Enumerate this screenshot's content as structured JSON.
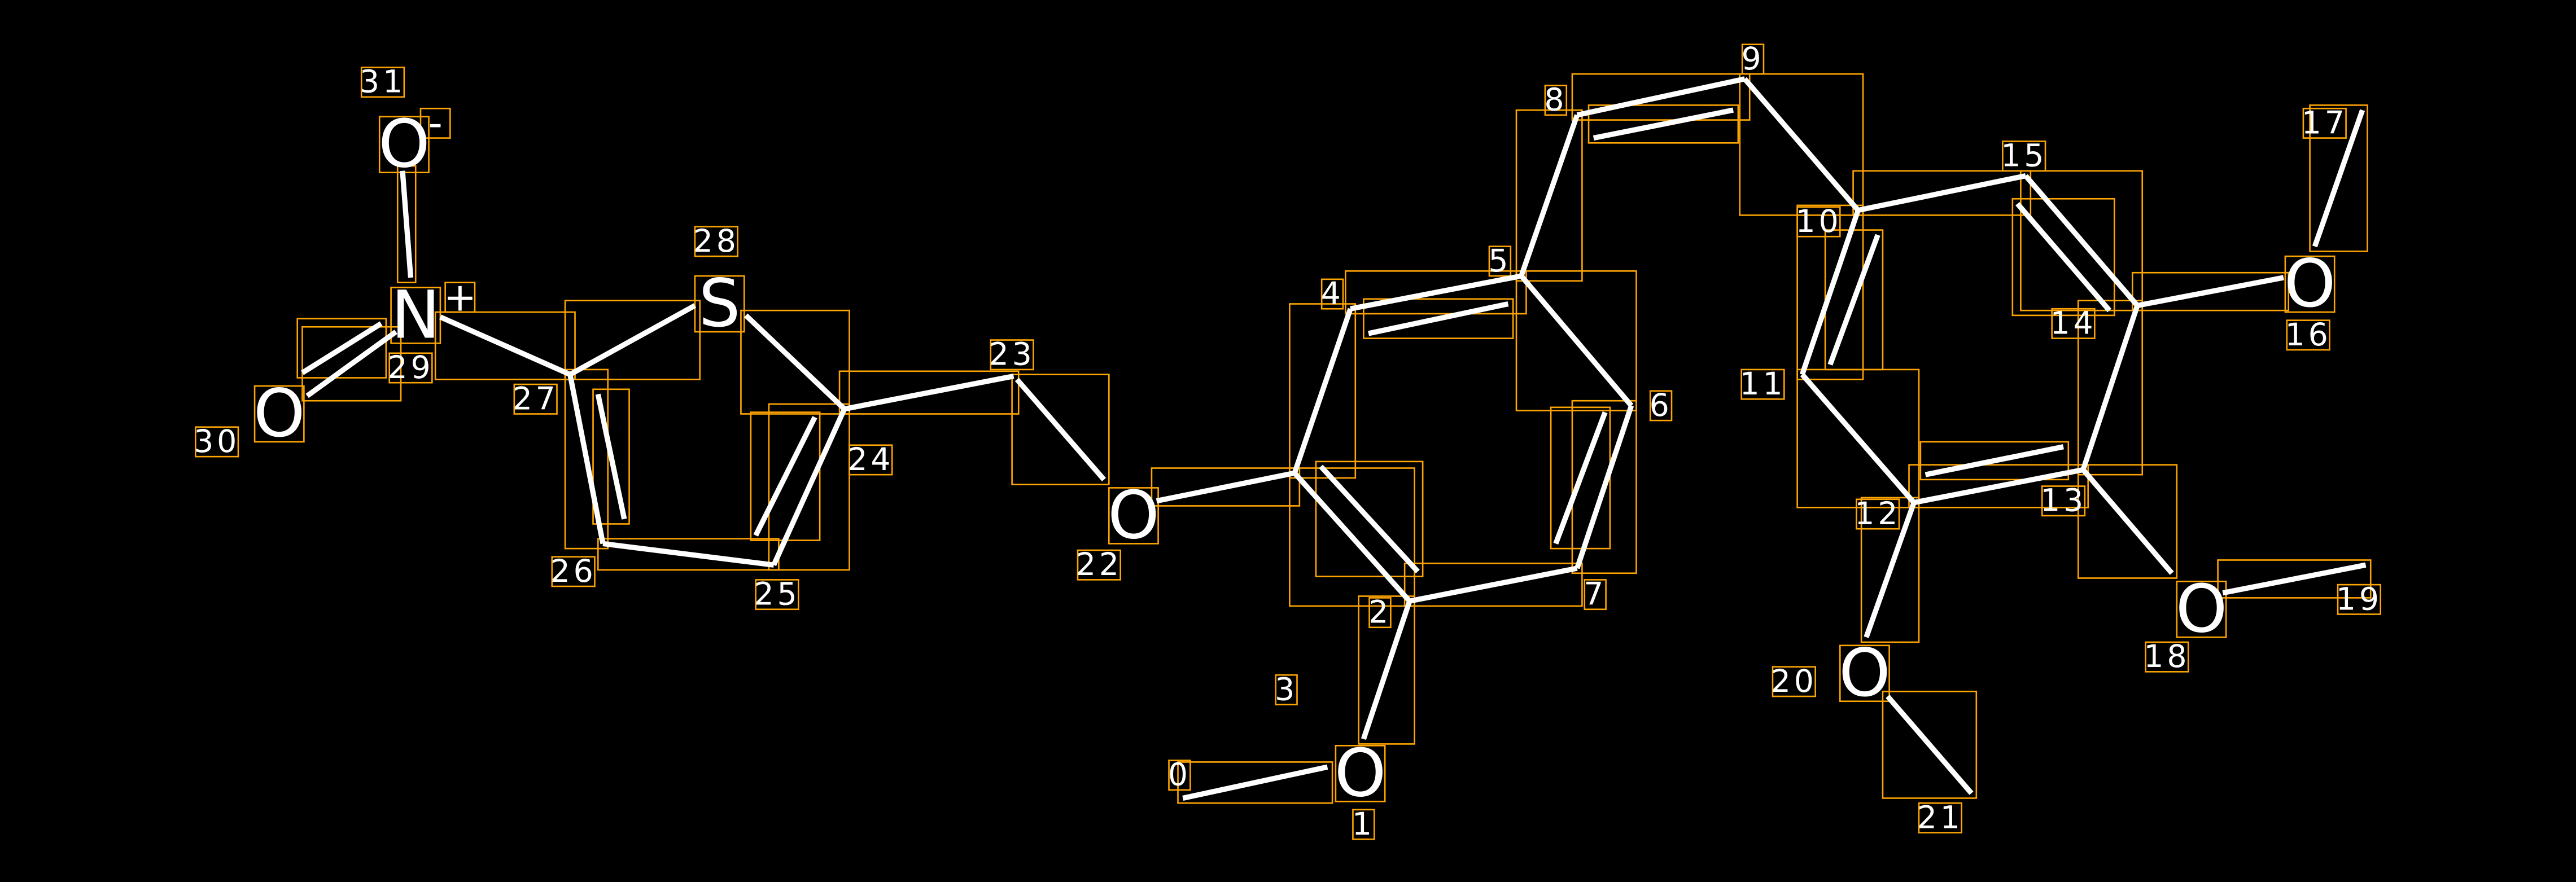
{
  "colors": {
    "background": "#000000",
    "bond": "#FFFFFF",
    "box": "#FFA500",
    "text": "#FFFFFF"
  },
  "atoms": [
    {
      "index": "0",
      "symbol": ""
    },
    {
      "index": "1",
      "symbol": "O"
    },
    {
      "index": "2",
      "symbol": ""
    },
    {
      "index": "3",
      "symbol": ""
    },
    {
      "index": "4",
      "symbol": ""
    },
    {
      "index": "5",
      "symbol": ""
    },
    {
      "index": "6",
      "symbol": ""
    },
    {
      "index": "7",
      "symbol": ""
    },
    {
      "index": "8",
      "symbol": ""
    },
    {
      "index": "9",
      "symbol": ""
    },
    {
      "index": "10",
      "symbol": ""
    },
    {
      "index": "11",
      "symbol": ""
    },
    {
      "index": "12",
      "symbol": ""
    },
    {
      "index": "13",
      "symbol": ""
    },
    {
      "index": "14",
      "symbol": ""
    },
    {
      "index": "15",
      "symbol": ""
    },
    {
      "index": "16",
      "symbol": "O"
    },
    {
      "index": "17",
      "symbol": ""
    },
    {
      "index": "18",
      "symbol": "O"
    },
    {
      "index": "19",
      "symbol": ""
    },
    {
      "index": "20",
      "symbol": "O"
    },
    {
      "index": "21",
      "symbol": ""
    },
    {
      "index": "22",
      "symbol": "O"
    },
    {
      "index": "23",
      "symbol": ""
    },
    {
      "index": "24",
      "symbol": ""
    },
    {
      "index": "25",
      "symbol": ""
    },
    {
      "index": "26",
      "symbol": ""
    },
    {
      "index": "27",
      "symbol": ""
    },
    {
      "index": "28",
      "symbol": "S"
    },
    {
      "index": "29",
      "symbol": "N",
      "charge": "+"
    },
    {
      "index": "30",
      "symbol": "O"
    },
    {
      "index": "31",
      "symbol": "O",
      "charge": "-"
    }
  ]
}
